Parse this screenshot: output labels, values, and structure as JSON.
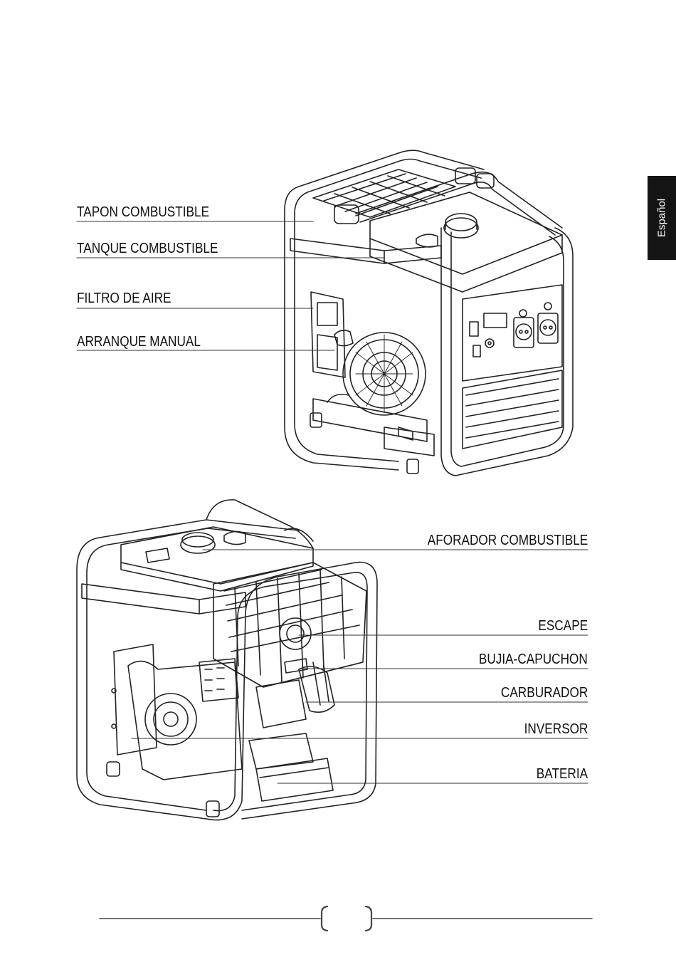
{
  "side_tab": {
    "label": "Español"
  },
  "top_figure": {
    "callouts": [
      {
        "id": "tapon-combustible",
        "text": "TAPON COMBUSTIBLE"
      },
      {
        "id": "tanque-combustible",
        "text": "TANQUE COMBUSTIBLE"
      },
      {
        "id": "filtro-de-aire",
        "text": "FILTRO DE AIRE"
      },
      {
        "id": "arranque-manual",
        "text": "ARRANQUE MANUAL"
      }
    ]
  },
  "bottom_figure": {
    "callouts": [
      {
        "id": "aforador-combustible",
        "text": "AFORADOR COMBUSTIBLE"
      },
      {
        "id": "escape",
        "text": "ESCAPE"
      },
      {
        "id": "bujia-capuchon",
        "text": "BUJIA-CAPUCHON"
      },
      {
        "id": "carburador",
        "text": "CARBURADOR"
      },
      {
        "id": "inversor",
        "text": "INVERSOR"
      },
      {
        "id": "bateria",
        "text": "BATERIA"
      }
    ]
  },
  "footer": {
    "page_number": ""
  }
}
